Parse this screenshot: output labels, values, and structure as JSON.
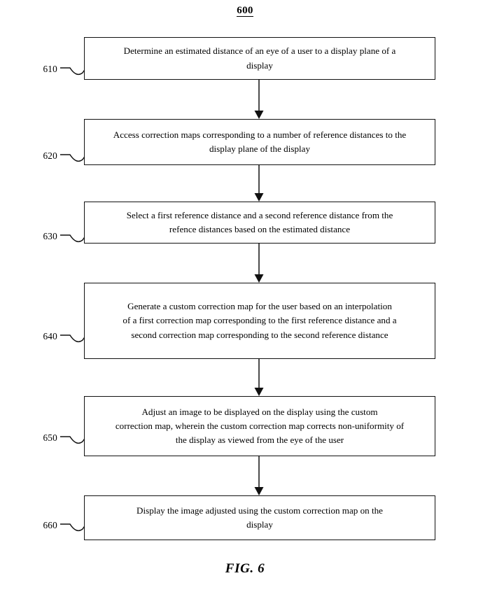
{
  "figure": {
    "number": "600",
    "caption": "FIG. 6",
    "line_color": "#111111",
    "background_color": "#ffffff",
    "text_color": "#000000"
  },
  "steps": [
    {
      "ref": "610",
      "text": "Determine an estimated distance of an eye of a user to a display plane of a\ndisplay"
    },
    {
      "ref": "620",
      "text": "Access correction maps corresponding to a number of reference distances to the\ndisplay plane of the display"
    },
    {
      "ref": "630",
      "text": "Select a first reference distance and a second reference distance from the\nrefence distances based on the estimated distance"
    },
    {
      "ref": "640",
      "text": "Generate a custom correction map for the user based on an interpolation\nof a first correction map corresponding to the first reference distance and a\nsecond correction map corresponding to the second reference distance"
    },
    {
      "ref": "650",
      "text": "Adjust an image to be displayed on the display using the custom\ncorrection map, wherein the custom correction map corrects non-uniformity of\nthe display as viewed from the eye of the user"
    },
    {
      "ref": "660",
      "text": "Display the image adjusted using the custom correction map on the\ndisplay"
    }
  ]
}
